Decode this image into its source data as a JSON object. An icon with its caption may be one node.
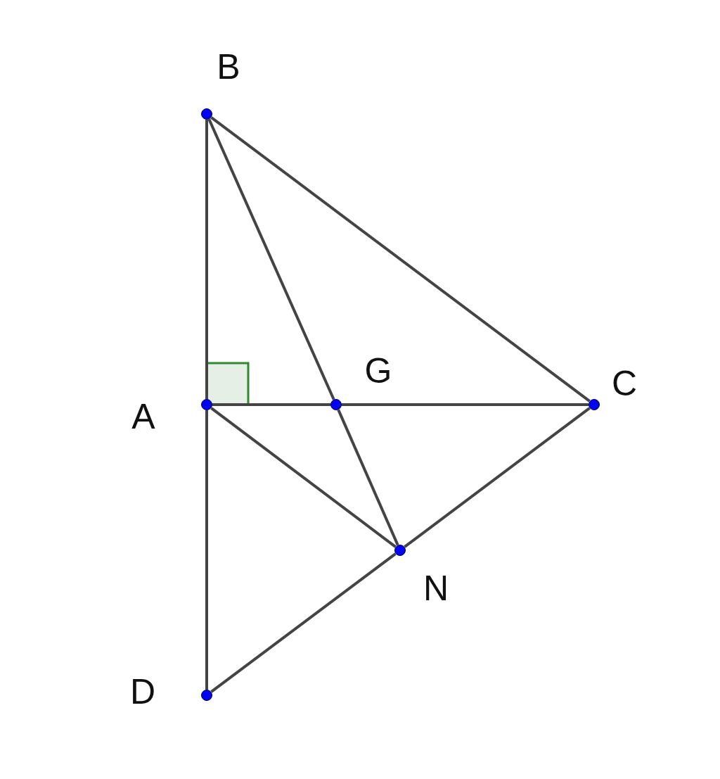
{
  "diagram": {
    "nodes": [
      {
        "text": [
          "B"
        ]
      },
      {
        "text": [
          "A"
        ]
      },
      {
        "text": [
          "G"
        ]
      },
      {
        "text": [
          "C"
        ]
      },
      {
        "text": [
          "N"
        ]
      },
      {
        "text": [
          "D"
        ]
      }
    ],
    "edges": [
      {
        "from": 0,
        "to": 1,
        "arrow": "none"
      },
      {
        "from": 1,
        "to": 5,
        "arrow": "none"
      },
      {
        "from": 0,
        "to": 3,
        "arrow": "none"
      },
      {
        "from": 0,
        "to": 2,
        "arrow": "none"
      },
      {
        "from": 2,
        "to": 4,
        "arrow": "none"
      },
      {
        "from": 1,
        "to": 2,
        "arrow": "none"
      },
      {
        "from": 2,
        "to": 3,
        "arrow": "none"
      },
      {
        "from": 1,
        "to": 4,
        "arrow": "none"
      },
      {
        "from": 4,
        "to": 3,
        "arrow": "none"
      },
      {
        "from": 5,
        "to": 4,
        "arrow": "none"
      }
    ]
  }
}
